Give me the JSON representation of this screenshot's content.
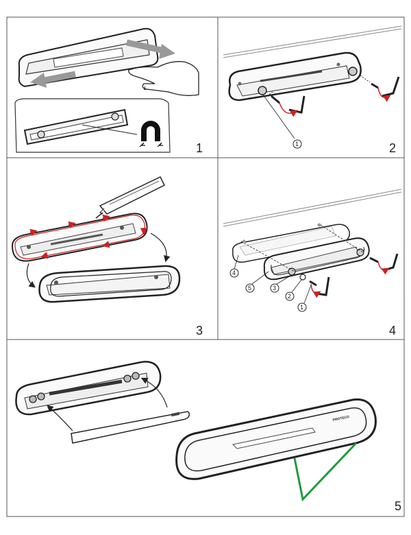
{
  "panels": [
    {
      "step": "1"
    },
    {
      "step": "2",
      "callouts": [
        "1"
      ]
    },
    {
      "step": "3"
    },
    {
      "step": "4",
      "callouts": [
        "4",
        "5",
        "3",
        "2",
        "1"
      ]
    },
    {
      "step": "5",
      "brand": "PROTECO"
    }
  ],
  "colors": {
    "line": "#222222",
    "panel_border": "#555555",
    "arrow_grey": "#999999",
    "red": "#cc2222",
    "check_green": "#1e9b3c"
  }
}
